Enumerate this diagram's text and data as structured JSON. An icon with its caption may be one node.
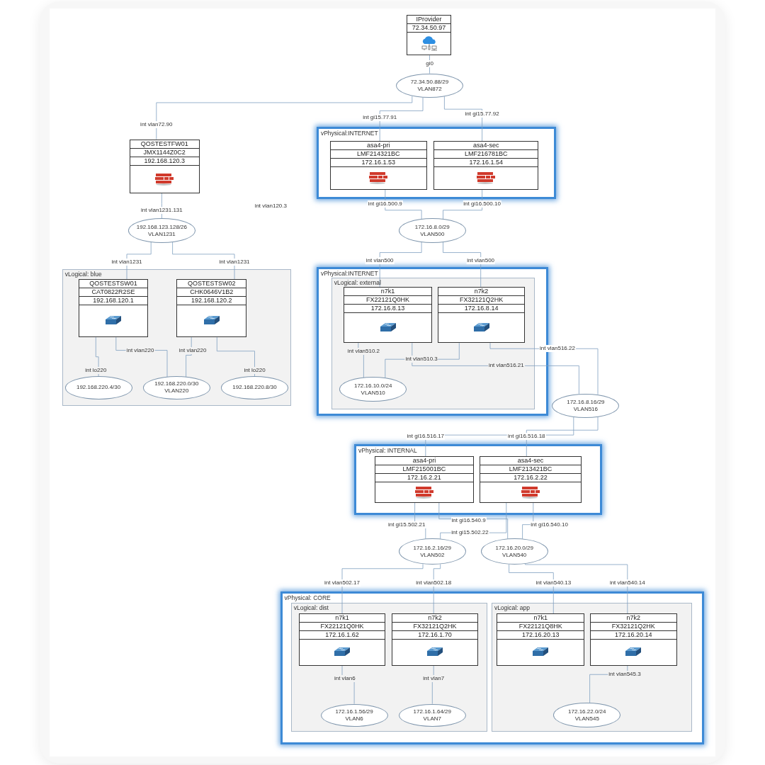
{
  "diagram": {
    "nodes": [
      {
        "text": [
          "IProvider",
          "72.34.50.97"
        ]
      },
      {
        "text": [
          "72.34.50.88/29",
          "VLAN872"
        ]
      },
      {
        "text": [
          "QOSTESTFW01",
          "JMX1144Z0C2",
          "192.168.120.3"
        ]
      },
      {
        "text": [
          "vPhysical:INTERNET"
        ]
      },
      {
        "text": [
          "asa4-pri",
          "LMF214321BC",
          "172.16.1.53"
        ],
        "in": 3
      },
      {
        "text": [
          "asa4-sec",
          "LMF216781BC",
          "172.16.1.54"
        ],
        "in": 3
      },
      {
        "text": [
          "192.168.123.128/26",
          "VLAN1231"
        ]
      },
      {
        "text": [
          "172.16.8.0/29",
          "VLAN500"
        ]
      },
      {
        "text": [
          "vLogical: blue"
        ]
      },
      {
        "text": [
          "QOSTESTSW01",
          "CAT0822R2SE",
          "192.168.120.1"
        ],
        "in": 8
      },
      {
        "text": [
          "QOSTESTSW02",
          "CHK0646V1B2",
          "192.168.120.2"
        ],
        "in": 8
      },
      {
        "text": [
          "192.168.220.4/30"
        ],
        "in": 8
      },
      {
        "text": [
          "192.168.220.0/30",
          "VLAN220"
        ],
        "in": 8
      },
      {
        "text": [
          "192.168.220.8/30"
        ],
        "in": 8
      },
      {
        "text": [
          "vPhysical:INTERNET"
        ]
      },
      {
        "text": [
          "vLogical: external"
        ],
        "in": 14
      },
      {
        "text": [
          "n7k1",
          "FX22121Q0HK",
          "172.16.8.13"
        ],
        "in": 15
      },
      {
        "text": [
          "n7k2",
          "FX32121Q2HK",
          "172.16.8.14"
        ],
        "in": 15
      },
      {
        "text": [
          "172.16.10.0/24",
          "VLAN510"
        ],
        "in": 15
      },
      {
        "text": [
          "172.16.8.16/29",
          "VLAN516"
        ]
      },
      {
        "text": [
          "vPhysical: INTERNAL"
        ]
      },
      {
        "text": [
          "asa4-pri",
          "LMF215001BC",
          "172.16.2.21"
        ],
        "in": 20
      },
      {
        "text": [
          "asa4-sec",
          "LMF213421BC",
          "172.16.2.22"
        ],
        "in": 20
      },
      {
        "text": [
          "172.16.2.16/29",
          "VLAN502"
        ]
      },
      {
        "text": [
          "172.16.20.0/29",
          "VLAN540"
        ]
      },
      {
        "text": [
          "vPhysical: CORE"
        ]
      },
      {
        "text": [
          "vLogical: dist"
        ],
        "in": 25
      },
      {
        "text": [
          "n7k1",
          "FX22121Q0HK",
          "172.16.1.62"
        ],
        "in": 26
      },
      {
        "text": [
          "n7k2",
          "FX32121Q2HK",
          "172.16.1.70"
        ],
        "in": 26
      },
      {
        "text": [
          "172.16.1.56/29",
          "VLAN6"
        ],
        "in": 26
      },
      {
        "text": [
          "172.16.1.64/29",
          "VLAN7"
        ],
        "in": 26
      },
      {
        "text": [
          "vLogical: app"
        ],
        "in": 25
      },
      {
        "text": [
          "n7k1",
          "FX22121Q8HK",
          "172.16.20.13"
        ],
        "in": 31
      },
      {
        "text": [
          "n7k2",
          "FX32121Q2HK",
          "172.16.20.14"
        ],
        "in": 31
      },
      {
        "text": [
          "172.16.22.0/24",
          "VLAN545"
        ],
        "in": 31
      }
    ],
    "edges": [
      {
        "from": 0,
        "to": 1,
        "arrow": "none",
        "label": "gi0"
      },
      {
        "from": 1,
        "to": 2,
        "arrow": "none",
        "label": "int vlan72.90"
      },
      {
        "from": 1,
        "to": 4,
        "arrow": "none",
        "label": "int gi15.77.91"
      },
      {
        "from": 1,
        "to": 5,
        "arrow": "none",
        "label": "int gi15.77.92"
      },
      {
        "from": 2,
        "to": 6,
        "arrow": "none",
        "label": "int vlan1231.131"
      },
      {
        "from": 4,
        "to": 7,
        "arrow": "none",
        "label": "int gi16.500.9"
      },
      {
        "from": 5,
        "to": 7,
        "arrow": "none",
        "label": "int gi16.500.10"
      },
      {
        "from": 6,
        "to": 9,
        "arrow": "none",
        "label": "int vlan1231"
      },
      {
        "from": 6,
        "to": 10,
        "arrow": "none",
        "label": "int vlan1231"
      },
      {
        "from": 9,
        "to": 11,
        "arrow": "none",
        "label": "int lo220"
      },
      {
        "from": 9,
        "to": 12,
        "arrow": "none",
        "label": "int vlan220"
      },
      {
        "from": 10,
        "to": 12,
        "arrow": "none",
        "label": "int vlan220"
      },
      {
        "from": 10,
        "to": 13,
        "arrow": "none",
        "label": "int lo220"
      },
      {
        "from": 7,
        "to": 16,
        "arrow": "none",
        "label": "int vlan500"
      },
      {
        "from": 7,
        "to": 17,
        "arrow": "none",
        "label": "int vlan500"
      },
      {
        "from": 16,
        "to": 18,
        "arrow": "none",
        "label": "int vlan510.2"
      },
      {
        "from": 17,
        "to": 18,
        "arrow": "none",
        "label": "int vlan510.3"
      },
      {
        "from": 17,
        "to": 19,
        "arrow": "none",
        "label": "int vlan516.22"
      },
      {
        "from": 16,
        "to": 19,
        "arrow": "none",
        "label": "int vlan516.21"
      },
      {
        "from": 19,
        "to": 21,
        "arrow": "none",
        "label": "int gi16.516.17"
      },
      {
        "from": 19,
        "to": 22,
        "arrow": "none",
        "label": "int gi16.516.18"
      },
      {
        "from": 21,
        "to": 23,
        "arrow": "none",
        "label": "int gi15.502.21"
      },
      {
        "from": 22,
        "to": 23,
        "arrow": "none",
        "label": "int gi15.502.22"
      },
      {
        "from": 21,
        "to": 24,
        "arrow": "none",
        "label": "int gi16.540.9"
      },
      {
        "from": 22,
        "to": 24,
        "arrow": "none",
        "label": "int gi16.540.10"
      },
      {
        "from": 23,
        "to": 27,
        "arrow": "none",
        "label": "int vlan502.17"
      },
      {
        "from": 23,
        "to": 28,
        "arrow": "none",
        "label": "int vlan502.18"
      },
      {
        "from": 24,
        "to": 32,
        "arrow": "none",
        "label": "int vlan540.13"
      },
      {
        "from": 24,
        "to": 33,
        "arrow": "none",
        "label": "int vlan540.14"
      },
      {
        "from": 27,
        "to": 29,
        "arrow": "none",
        "label": "int vlan6"
      },
      {
        "from": 28,
        "to": 30,
        "arrow": "none",
        "label": "int vlan7"
      },
      {
        "from": 33,
        "to": 34,
        "arrow": "none",
        "label": "int vlan545.3"
      }
    ],
    "labels": [
      "int vlan120.3"
    ]
  }
}
